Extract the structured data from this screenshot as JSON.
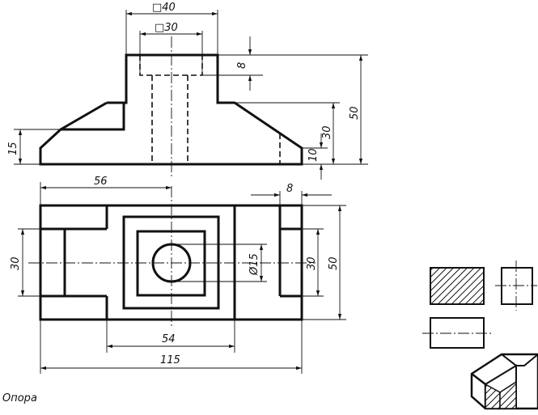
{
  "caption": "Опора",
  "dimensions": {
    "square_40": "□40",
    "square_30": "□30",
    "d8_top": "8",
    "d50_front": "50",
    "d30_front": "30",
    "d15_left": "15",
    "d10_right": "10",
    "d56": "56",
    "d8_plan": "8",
    "d30_plan_left": "30",
    "d_diam15": "Ø15",
    "d30_plan_right": "30",
    "d50_plan": "50",
    "d54": "54",
    "d115": "115"
  },
  "colors": {
    "line": "#111111",
    "background": "#ffffff"
  }
}
